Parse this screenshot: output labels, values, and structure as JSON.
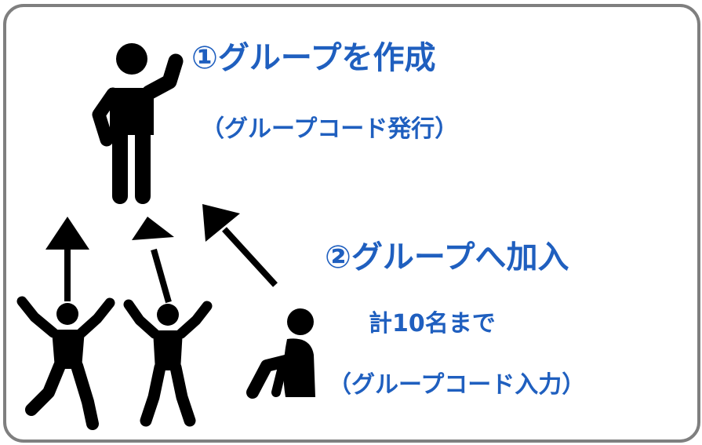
{
  "step1": {
    "title": "①グループを作成",
    "subtitle": "（グループコード発行）"
  },
  "step2": {
    "title": "②グループへ加入",
    "limit": "計10名まで",
    "subtitle": "（グループコード入力）"
  },
  "colors": {
    "text": "#1f5fbf",
    "figure": "#000000",
    "border": "#7f7f7f"
  },
  "icons": [
    "leader-figure-icon",
    "cheering-member-icon",
    "cheering-member-icon",
    "sitting-member-icon",
    "arrow-up-icon",
    "arrow-up-left-icon"
  ]
}
